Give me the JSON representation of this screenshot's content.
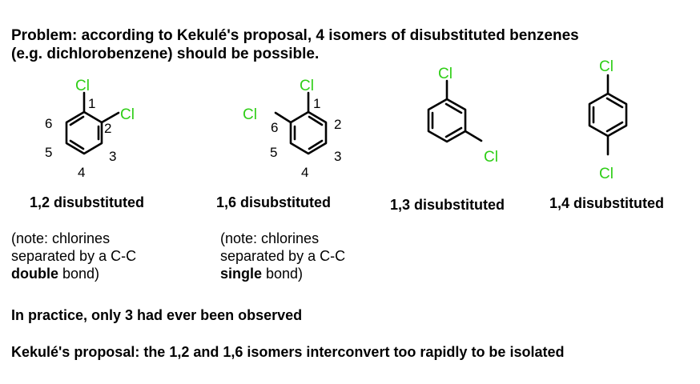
{
  "problem": {
    "line1": "Problem: according to Kekulé's proposal, 4 isomers of disubstituted benzenes",
    "line2": "(e.g. dichlorobenzene) should be possible."
  },
  "atoms": {
    "cl": "Cl"
  },
  "isomers": [
    {
      "label": "1,2 disubstituted",
      "numbers": [
        "1",
        "2",
        "3",
        "4",
        "5",
        "6"
      ],
      "note": {
        "line1": "(note: chlorines",
        "line2": "separated by a C-C",
        "bold": "double",
        "rest": " bond)"
      }
    },
    {
      "label": "1,6 disubstituted",
      "numbers": [
        "1",
        "2",
        "3",
        "4",
        "5",
        "6"
      ],
      "note": {
        "line1": "(note: chlorines",
        "line2": "separated by a C-C",
        "bold": "single",
        "rest": " bond)"
      }
    },
    {
      "label": "1,3 disubstituted"
    },
    {
      "label": "1,4 disubstituted"
    }
  ],
  "practice": "In practice, only 3 had ever been observed",
  "proposal": "Kekulé's proposal: the 1,2 and 1,6 isomers interconvert too rapidly to be isolated",
  "colors": {
    "chlorine": "#2fce17",
    "text": "#000000"
  }
}
